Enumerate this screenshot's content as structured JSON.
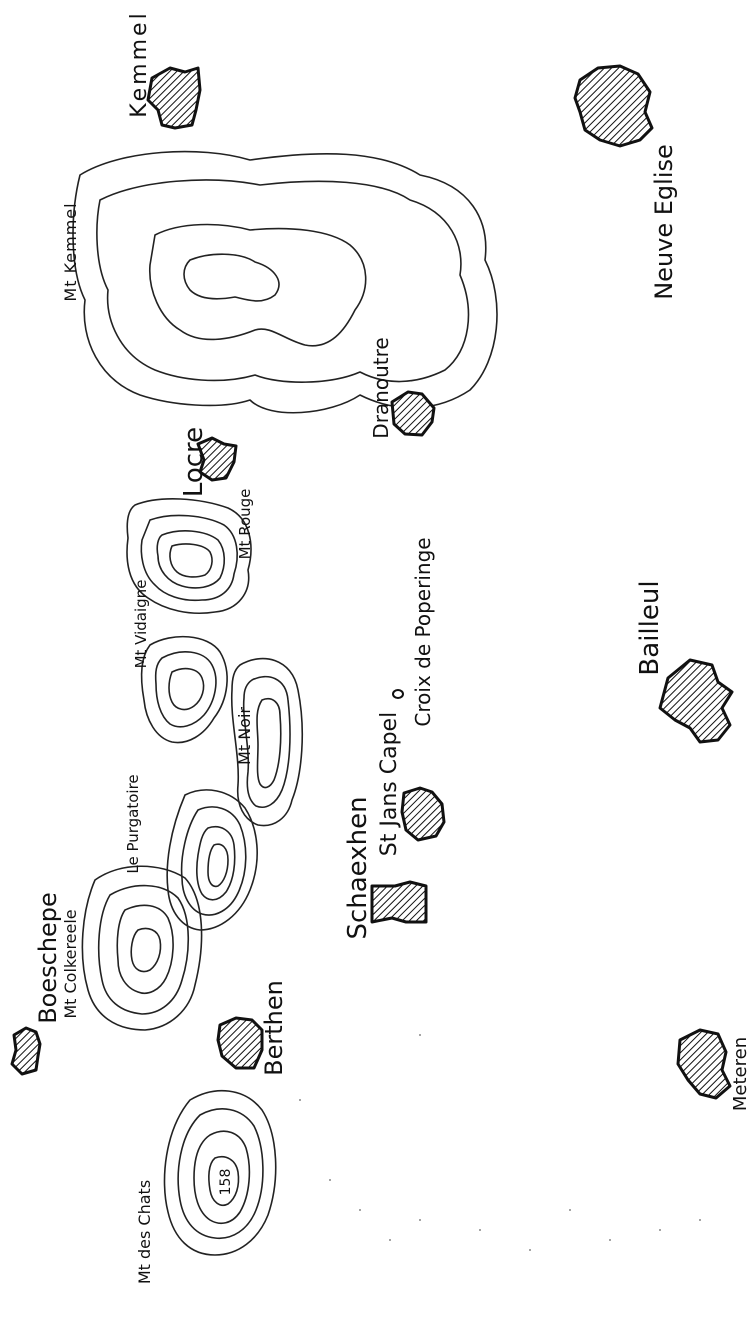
{
  "map": {
    "labels": {
      "kemmel": "Kemmel",
      "neuve_eglise": "Neuve Eglise",
      "mt_kemmel": "Mt Kemmel",
      "dranoutre": "Dranoutre",
      "locre": "Locre",
      "mt_rouge": "Mt Rouge",
      "mt_vidaigne": "Mt Vidaigne",
      "croix_de_poperinge": "Croix de Poperinge",
      "bailleul": "Bailleul",
      "mt_noir": "Mt Noir",
      "st_jans_capel": "St Jans Capel",
      "le_purgatoire": "Le Purgatoire",
      "schaexhen": "Schaexhen",
      "boeschepe": "Boeschepe",
      "mt_colkereele": "Mt Colkereele",
      "berthen": "Berthen",
      "meteren": "Meteren",
      "mt_des_chats": "Mt des Chats",
      "height_158": "158"
    }
  }
}
